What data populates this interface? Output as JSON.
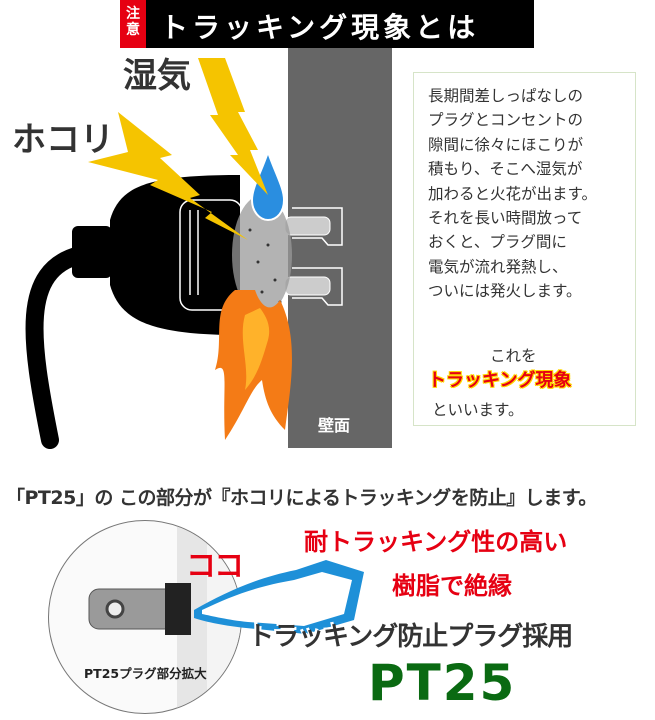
{
  "header": {
    "badge": "注\n意",
    "badge_line1": "注",
    "badge_line2": "意",
    "title": "トラッキング現象とは"
  },
  "diagram": {
    "moisture_label": "湿気",
    "dust_label": "ホコリ",
    "wall_label": "壁面",
    "colors": {
      "bolt": "#f5c400",
      "drop": "#2a8ee0",
      "wall": "#666666",
      "plug": "#000000",
      "flame": "#f47b16"
    }
  },
  "explanation": {
    "body": "長期間差しっぱなしの\nプラグとコンセントの\n隙間に徐々にほこりが\n積もり、そこへ湿気が\n加わると火花が出ます。\nそれを長い時間放って\nおくと、プラグ間に\n電気が流れ発熱し、\nついには発火します。",
    "kore": "これを",
    "term": "トラッキング現象",
    "end": "といいます。"
  },
  "product": {
    "lead": "「PT25」の この部分が『ホコリによるトラッキングを防止』します。",
    "circle_caption": "PT25プラグ部分拡大",
    "pointer_label": "ココ",
    "feature_line1": "耐トラッキング性の高い",
    "feature_line2": "樹脂で絶縁",
    "feature_line3": "トラッキング防止プラグ採用",
    "model": "PT25",
    "colors": {
      "accent_red": "#e60012",
      "model_green": "#0a6a12",
      "hand_blue": "#1e90d8"
    }
  }
}
